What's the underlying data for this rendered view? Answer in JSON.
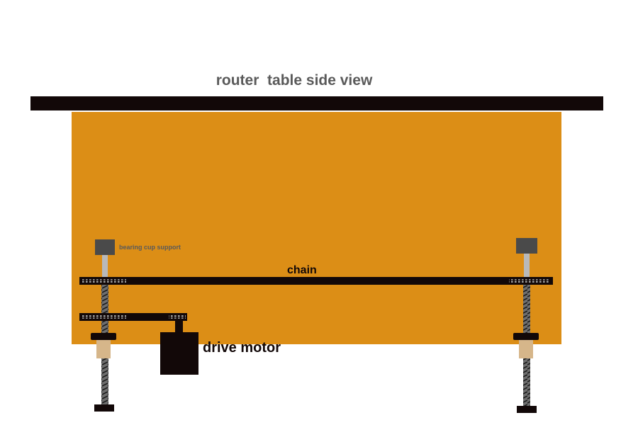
{
  "diagram": {
    "title": "router  table side view",
    "labels": {
      "bearing_cup_support": "bearing cup support",
      "chain": "chain",
      "drive_motor": "drive motor"
    },
    "colors": {
      "background": "#ffffff",
      "table_top": "#120808",
      "cabinet": "#dc8e16",
      "dark_part": "#120808",
      "bearing_block": "#4a4a4a",
      "shaft": "#b9b9b9",
      "nut": "#d6b68a",
      "title_text": "#5a5a5a",
      "label_text": "#120808",
      "small_label_text": "#5a5a5a",
      "sprocket_teeth": "#9a9a9a"
    }
  }
}
